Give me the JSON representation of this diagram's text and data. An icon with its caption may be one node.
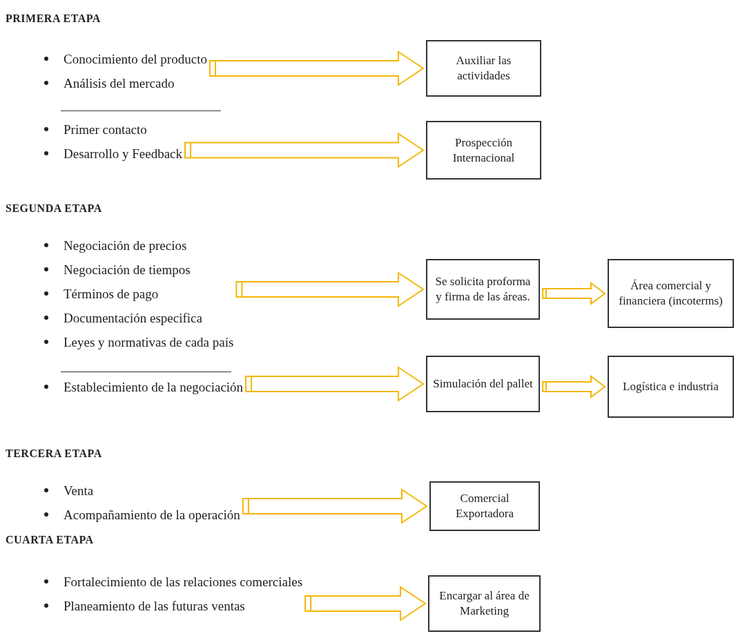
{
  "diagram": {
    "nodes": [
      {
        "text": [
          "Conocimiento del producto",
          "Análisis del mercado"
        ]
      },
      {
        "text": [
          "Auxiliar las actividades"
        ]
      },
      {
        "text": [
          "Primer contacto",
          "Desarrollo y Feedback"
        ]
      },
      {
        "text": [
          "Prospección Internacional"
        ]
      },
      {
        "text": [
          "Negociación de precios",
          "Negociación de tiempos",
          "Términos de pago",
          "Documentación especifica",
          "Leyes y normativas de cada país"
        ]
      },
      {
        "text": [
          "Se solicita proforma y firma de las áreas."
        ]
      },
      {
        "text": [
          "Área comercial y financiera (incoterms)"
        ]
      },
      {
        "text": [
          "Establecimiento de la negociación"
        ]
      },
      {
        "text": [
          "Simulación del pallet"
        ]
      },
      {
        "text": [
          "Logística e industria"
        ]
      },
      {
        "text": [
          "Venta",
          "Acompañamiento de la operación"
        ]
      },
      {
        "text": [
          "Comercial Exportadora"
        ]
      },
      {
        "text": [
          "Fortalecimiento de las relaciones comerciales",
          "Planeamiento de las futuras ventas"
        ]
      },
      {
        "text": [
          "Encargar al área de Marketing"
        ]
      }
    ],
    "edges": [
      {
        "from": 0,
        "to": 1,
        "arrow": "to"
      },
      {
        "from": 2,
        "to": 3,
        "arrow": "to"
      },
      {
        "from": 4,
        "to": 5,
        "arrow": "to"
      },
      {
        "from": 5,
        "to": 6,
        "arrow": "to"
      },
      {
        "from": 7,
        "to": 8,
        "arrow": "to"
      },
      {
        "from": 8,
        "to": 9,
        "arrow": "to"
      },
      {
        "from": 10,
        "to": 11,
        "arrow": "to"
      },
      {
        "from": 12,
        "to": 13,
        "arrow": "to"
      }
    ],
    "labels": [
      "PRIMERA ETAPA",
      "SEGUNDA ETAPA",
      "TERCERA ETAPA",
      "CUARTA ETAPA"
    ]
  }
}
